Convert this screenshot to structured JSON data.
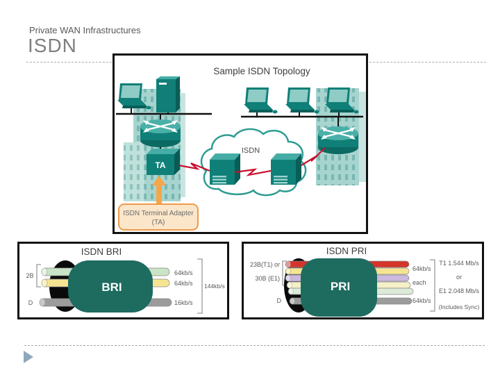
{
  "slide": {
    "kicker": "Private WAN Infrastructures",
    "title": "ISDN"
  },
  "topology": {
    "panel_title": "Sample ISDN Topology",
    "cloud_label": "ISDN",
    "ta_label": "TA",
    "callout": {
      "line1": "ISDN Terminal Adapter",
      "line2": "(TA)"
    }
  },
  "bri": {
    "panel_title": "ISDN BRI",
    "cable_label": "BRI",
    "channel_b_label": "2B",
    "channel_d_label": "D",
    "rate_b1": "64kb/s",
    "rate_b2": "64kb/s",
    "rate_d": "16kb/s",
    "total_rate": "144kb/s"
  },
  "pri": {
    "panel_title": "ISDN PRI",
    "cable_label": "PRI",
    "channels_label_line1": "23B(T1) or",
    "channels_label_line2": "30B (E1)",
    "channel_d_label": "D",
    "rate_top": "64kb/s",
    "rate_each": "each",
    "rate_d": "64kb/s",
    "capacity_line1": "T1 1.544 Mb/s",
    "capacity_line2": "or",
    "capacity_line3": "E1 2.048 Mb/s",
    "capacity_line4": "(Includes Sync)"
  },
  "colors": {
    "device_teal": "#0F7F77",
    "device_teal_light": "#49B0A8",
    "device_teal_dark": "#0A5E58",
    "building_teal": "#A7D4CF",
    "building_window": "#78B7B0",
    "cloud_outline": "#2E9C93",
    "link_red": "#C8102E",
    "callout_orange": "#EE9A49",
    "callout_fill": "#FBE6CA",
    "cable_teal": "#1E6B60",
    "wire_green": "#C9E4C7",
    "wire_yellow": "#F6E492",
    "wire_gray": "#9C9C9C",
    "wire_red": "#D4342A",
    "wire_lavender": "#CBB9DE",
    "wire_cream": "#F4F0C8",
    "wire_palegreen": "#DCEBD8",
    "text_gray": "#595959"
  }
}
